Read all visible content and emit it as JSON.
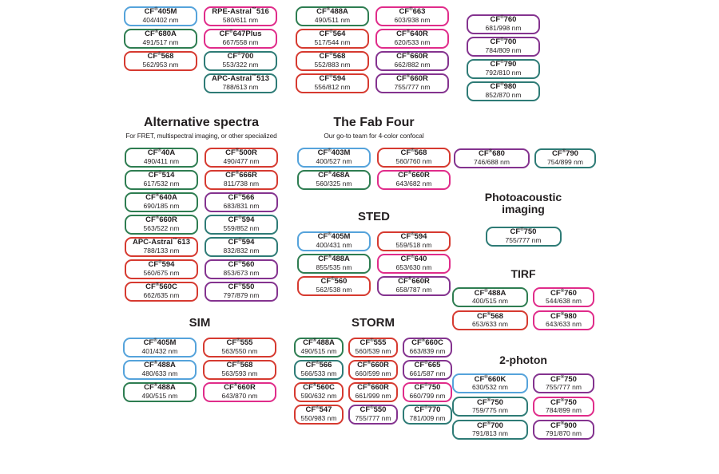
{
  "colors": {
    "blue": "#55a3db",
    "green": "#2e7d51",
    "red": "#d63a30",
    "magenta": "#e02c8a",
    "purple": "#84338f",
    "teal": "#2e7b76"
  },
  "chart_data": {
    "type": "table",
    "title": "",
    "description": "CF dye selection guide: dye boxes (name + excitation/emission nm) grouped by imaging application",
    "sections": [
      {
        "id": "top-col-1",
        "title": null,
        "boxes": [
          {
            "name": "CF®405M",
            "value": "404/402 nm",
            "color": "blue"
          },
          {
            "name": "CF®680A",
            "value": "491/517 nm",
            "color": "green"
          },
          {
            "name": "CF®568",
            "value": "562/953 nm",
            "color": "red"
          }
        ]
      },
      {
        "id": "top-col-2",
        "title": null,
        "boxes": [
          {
            "name": "RPE-Astral™516",
            "value": "580/611 nm",
            "color": "magenta"
          },
          {
            "name": "CF®647Plus",
            "value": "667/558 nm",
            "color": "magenta"
          },
          {
            "name": "CF®700",
            "value": "553/322 nm",
            "color": "teal"
          },
          {
            "name": "APC-Astral™513",
            "value": "788/613 nm",
            "color": "teal"
          }
        ]
      },
      {
        "id": "top-col-3",
        "title": null,
        "boxes": [
          {
            "name": "CF®488A",
            "value": "490/511 nm",
            "color": "green"
          },
          {
            "name": "CF®564",
            "value": "517/544 nm",
            "color": "red"
          },
          {
            "name": "CF®568",
            "value": "552/883 nm",
            "color": "red"
          },
          {
            "name": "CF®594",
            "value": "556/812 nm",
            "color": "red"
          }
        ]
      },
      {
        "id": "top-col-4",
        "title": null,
        "boxes": [
          {
            "name": "CF®663",
            "value": "603/938 nm",
            "color": "magenta"
          },
          {
            "name": "CF®640R",
            "value": "620/533 nm",
            "color": "magenta"
          },
          {
            "name": "CF®660R",
            "value": "662/882 nm",
            "color": "purple"
          },
          {
            "name": "CF®660R",
            "value": "755/777 nm",
            "color": "purple"
          }
        ]
      },
      {
        "id": "top-col-5",
        "title": null,
        "boxes": [
          {
            "name": "CF®760",
            "value": "681/998 nm",
            "color": "purple"
          },
          {
            "name": "CF®700",
            "value": "784/809 nm",
            "color": "purple"
          },
          {
            "name": "CF®790",
            "value": "792/810 nm",
            "color": "teal"
          },
          {
            "name": "CF®980",
            "value": "852/870 nm",
            "color": "teal"
          }
        ]
      },
      {
        "id": "alternative-spectra",
        "title": "Alternative spectra",
        "subtitle": "For FRET, multispectral imaging, or other specialized",
        "boxes": [
          {
            "name": "CF®40A",
            "value": "490/411 nm",
            "color": "green"
          },
          {
            "name": "CF®500R",
            "value": "490/477 nm",
            "color": "red"
          },
          {
            "name": "CF®514",
            "value": "617/532 nm",
            "color": "green"
          },
          {
            "name": "CF®666R",
            "value": "811/738 nm",
            "color": "red"
          },
          {
            "name": "CF®640A",
            "value": "690/185 nm",
            "color": "green"
          },
          {
            "name": "CF®566",
            "value": "683/831 nm",
            "color": "purple"
          },
          {
            "name": "CF®660R",
            "value": "563/522 nm",
            "color": "green"
          },
          {
            "name": "CF®594",
            "value": "559/852 nm",
            "color": "teal"
          },
          {
            "name": "APC-Astral™613",
            "value": "788/133 nm",
            "color": "red"
          },
          {
            "name": "CF®594",
            "value": "832/832 nm",
            "color": "teal"
          },
          {
            "name": "CF®594",
            "value": "560/675 nm",
            "color": "red"
          },
          {
            "name": "CF®560",
            "value": "853/673 nm",
            "color": "purple"
          },
          {
            "name": "CF®560C",
            "value": "662/635 nm",
            "color": "red"
          },
          {
            "name": "CF®550",
            "value": "797/879 nm",
            "color": "purple"
          }
        ]
      },
      {
        "id": "fab-four",
        "title": "The Fab Four",
        "subtitle": "Our go-to team for 4-color confocal",
        "boxes": [
          {
            "name": "CF®403M",
            "value": "400/527 nm",
            "color": "blue"
          },
          {
            "name": "CF®568",
            "value": "560/760 nm",
            "color": "red"
          },
          {
            "name": "CF®468A",
            "value": "560/325 nm",
            "color": "green"
          },
          {
            "name": "CF®660R",
            "value": "643/682 nm",
            "color": "magenta"
          }
        ]
      },
      {
        "id": "sted",
        "title": "STED",
        "boxes": [
          {
            "name": "CF®405M",
            "value": "400/431 nm",
            "color": "blue"
          },
          {
            "name": "CF®594",
            "value": "559/518 nm",
            "color": "red"
          },
          {
            "name": "CF®488A",
            "value": "855/535 nm",
            "color": "green"
          },
          {
            "name": "CF®640",
            "value": "653/630 nm",
            "color": "magenta"
          },
          {
            "name": "CF®560",
            "value": "562/538 nm",
            "color": "red"
          },
          {
            "name": "CF®660R",
            "value": "658/787 nm",
            "color": "purple"
          }
        ]
      },
      {
        "id": "sim",
        "title": "SIM",
        "boxes": [
          {
            "name": "CF®405M",
            "value": "401/432 nm",
            "color": "blue"
          },
          {
            "name": "CF®555",
            "value": "563/550 nm",
            "color": "red"
          },
          {
            "name": "CF®488A",
            "value": "480/633 nm",
            "color": "blue"
          },
          {
            "name": "CF®568",
            "value": "563/593 nm",
            "color": "red"
          },
          {
            "name": "CF®488A",
            "value": "490/515 nm",
            "color": "green"
          },
          {
            "name": "CF®660R",
            "value": "643/870 nm",
            "color": "magenta"
          }
        ]
      },
      {
        "id": "storm",
        "title": "STORM",
        "boxes": [
          {
            "name": "CF®488A",
            "value": "490/515 nm",
            "color": "green"
          },
          {
            "name": "CF®555",
            "value": "560/539 nm",
            "color": "red"
          },
          {
            "name": "CF®660C",
            "value": "663/839 nm",
            "color": "purple"
          },
          {
            "name": "CF®566",
            "value": "566/533 nm",
            "color": "teal"
          },
          {
            "name": "CF®660R",
            "value": "660/599 nm",
            "color": "red"
          },
          {
            "name": "CF®665",
            "value": "661/587 nm",
            "color": "purple"
          },
          {
            "name": "CF®560C",
            "value": "590/632 nm",
            "color": "red"
          },
          {
            "name": "CF®660R",
            "value": "661/999 nm",
            "color": "red"
          },
          {
            "name": "CF®750",
            "value": "660/799 nm",
            "color": "magenta"
          },
          {
            "name": "CF®547",
            "value": "550/983 nm",
            "color": "red"
          },
          {
            "name": "CF®550",
            "value": "755/777 nm",
            "color": "purple"
          },
          {
            "name": "CF®770",
            "value": "781/009 nm",
            "color": "teal"
          }
        ]
      },
      {
        "id": "nir-pair",
        "title": null,
        "boxes": [
          {
            "name": "CF®680",
            "value": "746/688 nm",
            "color": "purple"
          },
          {
            "name": "CF®790",
            "value": "754/899 nm",
            "color": "teal"
          }
        ]
      },
      {
        "id": "photoacoustic",
        "title": "Photoacoustic imaging",
        "boxes": [
          {
            "name": "CF®750",
            "value": "755/777 nm",
            "color": "teal"
          }
        ]
      },
      {
        "id": "tirf",
        "title": "TIRF",
        "boxes": [
          {
            "name": "CF®488A",
            "value": "400/515 nm",
            "color": "green"
          },
          {
            "name": "CF®760",
            "value": "544/638 nm",
            "color": "magenta"
          },
          {
            "name": "CF®568",
            "value": "653/633 nm",
            "color": "red"
          },
          {
            "name": "CF®980",
            "value": "643/633 nm",
            "color": "magenta"
          }
        ]
      },
      {
        "id": "two-photon",
        "title": "2-photon",
        "boxes": [
          {
            "name": "CF®660K",
            "value": "630/532 nm",
            "color": "blue"
          },
          {
            "name": "CF®750",
            "value": "755/777 nm",
            "color": "purple"
          },
          {
            "name": "CF®750",
            "value": "759/775 nm",
            "color": "teal"
          },
          {
            "name": "CF®750",
            "value": "784/899 nm",
            "color": "magenta"
          },
          {
            "name": "CF®700",
            "value": "791/813 nm",
            "color": "teal"
          },
          {
            "name": "CF®900",
            "value": "791/870 nm",
            "color": "purple"
          }
        ]
      }
    ]
  }
}
